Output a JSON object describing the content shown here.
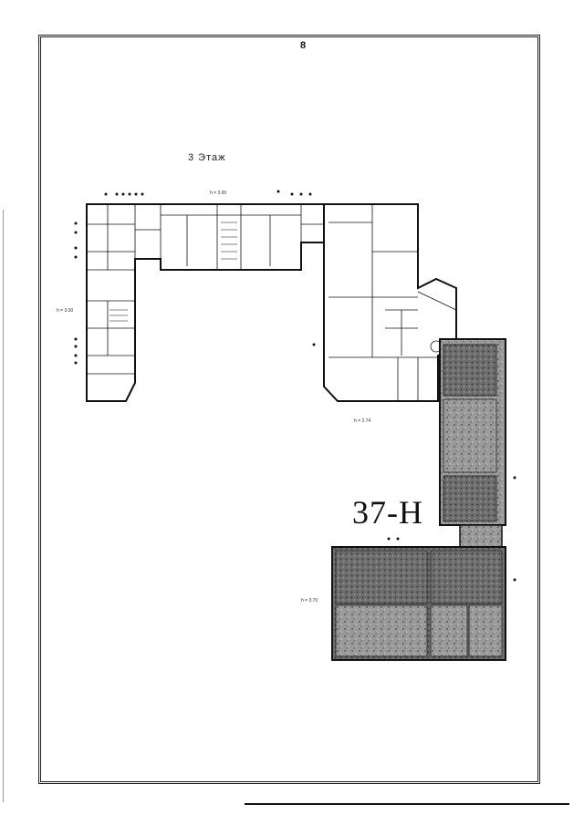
{
  "document": {
    "page_number": "8",
    "floor_title": "3 Этаж",
    "unit_label": "37-Н"
  },
  "plan": {
    "height_labels": {
      "top": "h = 3.00",
      "left": "h = 3.00",
      "right": "h = 2.74",
      "lower": "h = 3.70"
    }
  },
  "colors": {
    "line": "#111111",
    "highlight_fill": "#8f8f8f",
    "highlight_fill_dark": "#555555"
  }
}
